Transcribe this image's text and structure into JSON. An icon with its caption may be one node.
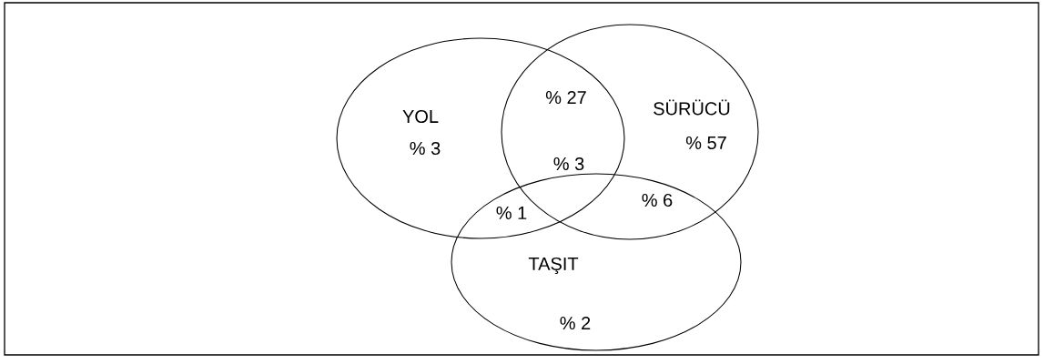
{
  "diagram": {
    "nodes": [
      {
        "text": [
          "YOL",
          "% 3"
        ]
      },
      {
        "text": [
          "SÜRÜCÜ",
          "% 57"
        ]
      },
      {
        "text": [
          "TAŞIT",
          "% 2"
        ]
      }
    ],
    "labels": [
      "% 27",
      "% 3",
      "% 1",
      "% 6"
    ]
  }
}
